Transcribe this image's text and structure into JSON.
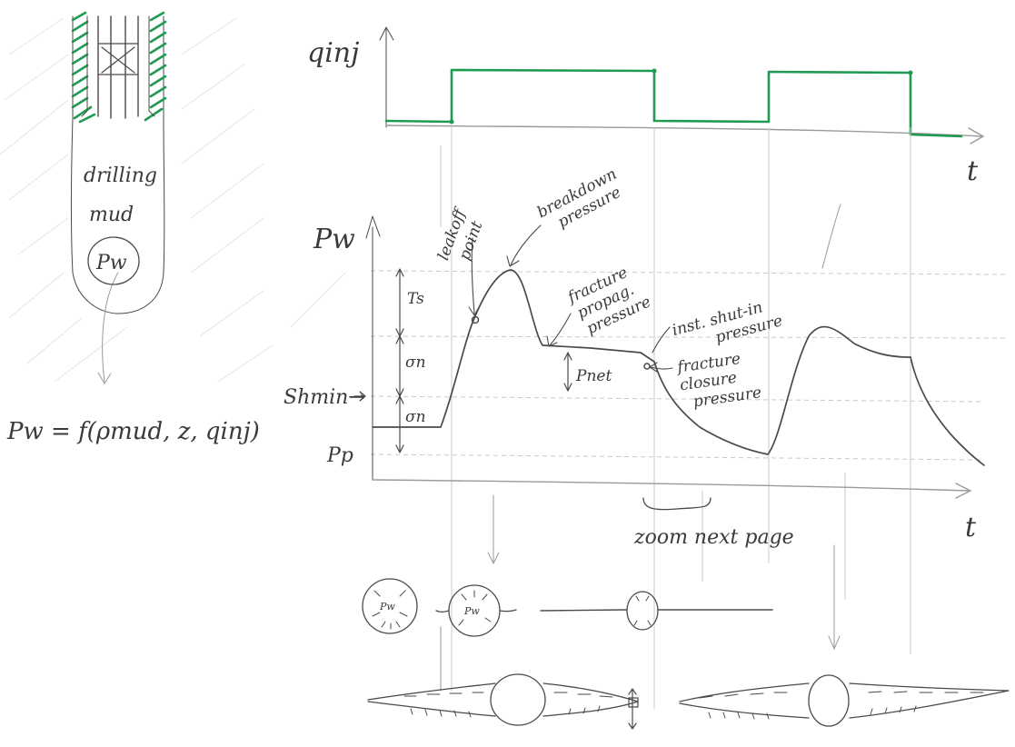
{
  "wellbore": {
    "fluid_label_1": "drilling",
    "fluid_label_2": "mud",
    "pressure_label": "Pw",
    "equation": "Pw = f(ρmud, z, qinj)"
  },
  "injection_plot": {
    "y_label": "qinj",
    "x_label": "t"
  },
  "pressure_plot": {
    "y_label": "Pw",
    "x_label": "t",
    "levels": {
      "shmin": "Shmin→",
      "pp": "Pp",
      "ts": "Ts",
      "sigma_n_1": "σn",
      "sigma_n_2": "σn",
      "pnet": "Pnet"
    },
    "annotations": {
      "leakoff_1": "leakoff",
      "leakoff_2": "point",
      "breakdown_1": "breakdown",
      "breakdown_2": "pressure",
      "propagation_1": "fracture",
      "propagation_2": "propag.",
      "propagation_3": "pressure",
      "isip_1": "inst. shut-in",
      "isip_2": "pressure",
      "closure_1": "fracture",
      "closure_2": "closure",
      "closure_3": "pressure",
      "zoom": "zoom next page"
    }
  },
  "cross_sections": {
    "label_1": "Pw",
    "label_2": "Pw"
  },
  "colors": {
    "ink": "#4a4a4a",
    "green": "#1f9a52",
    "grid": "#c9c9c9"
  }
}
